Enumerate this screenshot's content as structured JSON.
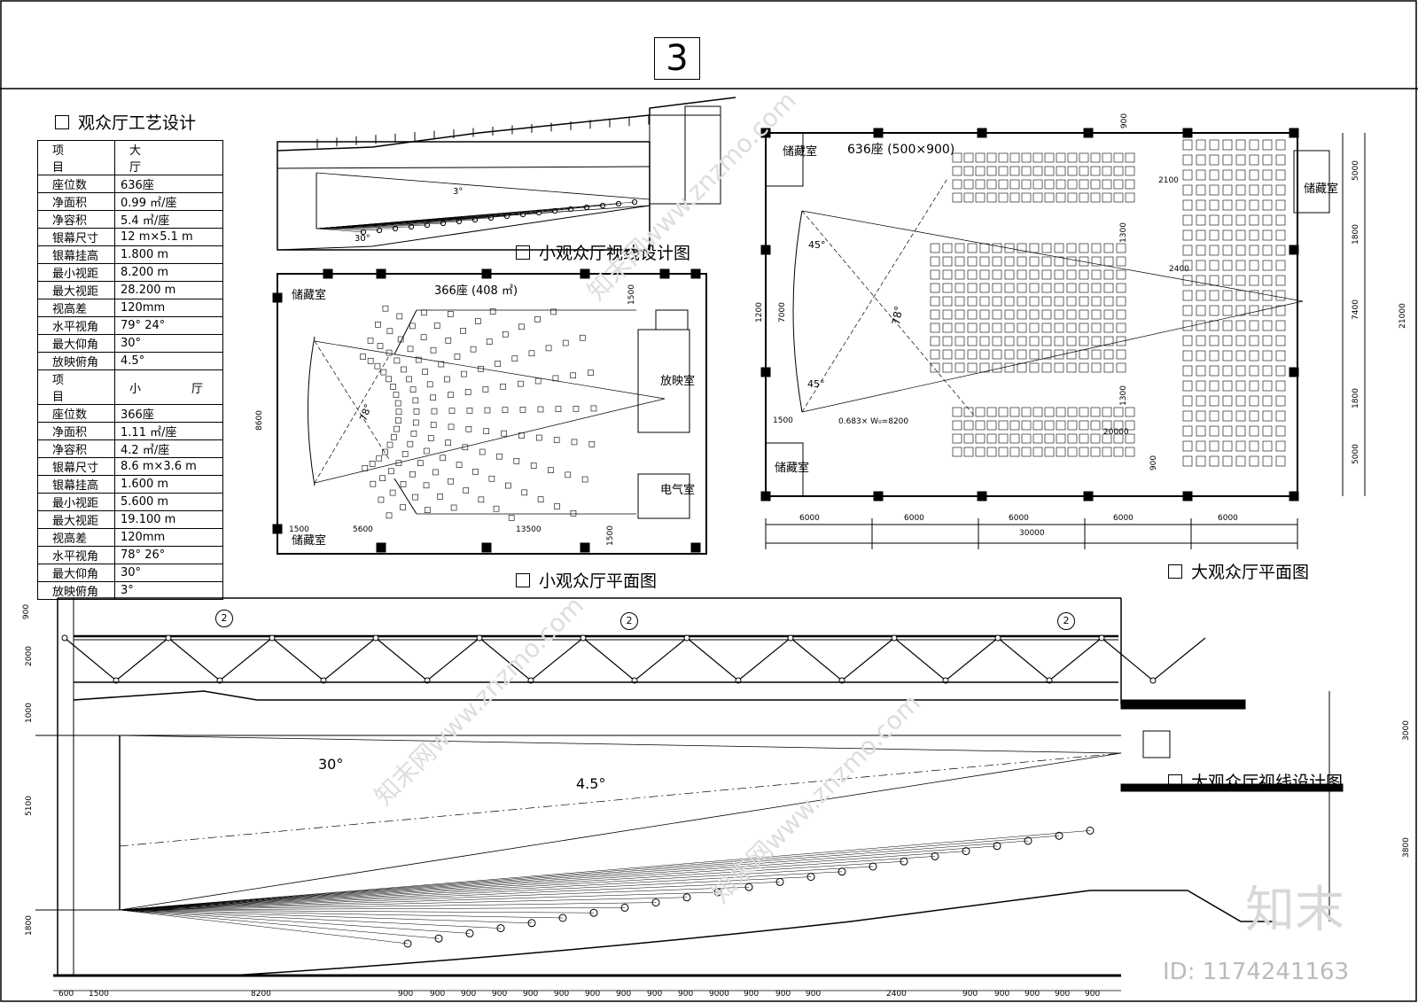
{
  "sheet_number": "3",
  "spec_table": {
    "title": "观众厅工艺设计",
    "large_header": [
      "项　目",
      "大　　厅"
    ],
    "large_rows": [
      [
        "座位数",
        "636座"
      ],
      [
        "净面积",
        "0.99 ㎡/座"
      ],
      [
        "净容积",
        "5.4 ㎥/座"
      ],
      [
        "银幕尺寸",
        "12 m×5.1 m"
      ],
      [
        "银幕挂高",
        "1.800 m"
      ],
      [
        "最小视距",
        "8.200 m"
      ],
      [
        "最大视距",
        "28.200 m"
      ],
      [
        "视高差",
        "120mm"
      ],
      [
        "水平视角",
        "79° 24°"
      ],
      [
        "最大仰角",
        "30°"
      ],
      [
        "放映俯角",
        "4.5°"
      ]
    ],
    "small_header": [
      "项　目",
      "小　厅"
    ],
    "small_rows": [
      [
        "座位数",
        "366座"
      ],
      [
        "净面积",
        "1.11 ㎡/座"
      ],
      [
        "净容积",
        "4.2 ㎥/座"
      ],
      [
        "银幕尺寸",
        "8.6 m×3.6 m"
      ],
      [
        "银幕挂高",
        "1.600 m"
      ],
      [
        "最小视距",
        "5.600 m"
      ],
      [
        "最大视距",
        "19.100 m"
      ],
      [
        "视高差",
        "120mm"
      ],
      [
        "水平视角",
        "78° 26°"
      ],
      [
        "最大仰角",
        "30°"
      ],
      [
        "放映俯角",
        "3°"
      ]
    ]
  },
  "small_sightline": {
    "title": "小观众厅视线设计图",
    "angle_top": "3°",
    "angle_bottom": "30°"
  },
  "small_plan": {
    "title": "小观众厅平面图",
    "seats": "366座 (408 ㎡)",
    "storage_top": "储藏室",
    "storage_bottom": "储藏室",
    "projection_room": "放映室",
    "electrical_room": "电气室",
    "angle": "78°",
    "dims": {
      "height": "8600",
      "bottom_left": "1500",
      "screen_dist": "5600",
      "hall_len": "13500",
      "right_top": "1500",
      "right_bottom": "1500"
    }
  },
  "large_plan": {
    "title": "大观众厅平面图",
    "seats": "636座 (500×900)",
    "storage_tl": "储藏室",
    "storage_bl": "储藏室",
    "storage_r": "储藏室",
    "angle_main": "78°",
    "angle_top": "45°",
    "angle_bottom": "45°",
    "formula": "0.683× W₀=8200",
    "dims": {
      "bays": [
        "6000",
        "6000",
        "6000",
        "6000",
        "6000"
      ],
      "total": "30000",
      "left_screen": "1200",
      "left_width": "7000",
      "left_offset": "1500",
      "aisle_top": "1300",
      "aisle_bottom": "1300",
      "top_900": "900",
      "bottom_900": "900",
      "d2100": "2100",
      "d2400": "2400",
      "d20000": "20000",
      "right": [
        "5000",
        "1800",
        "7400",
        "1800",
        "5000"
      ],
      "right_total": "21000"
    }
  },
  "large_sightline": {
    "title": "大观众厅视线设计图",
    "angle_projection": "4.5°",
    "angle_view": "30°",
    "marker": "2",
    "left_dims": [
      "900",
      "2000",
      "1000",
      "5100",
      "1800"
    ],
    "right_dims": [
      "3000",
      "3800"
    ],
    "bottom_dims": [
      "600",
      "1500",
      "8200",
      "900",
      "900",
      "900",
      "900",
      "900",
      "900",
      "900",
      "900",
      "900",
      "900",
      "9000",
      "900",
      "900",
      "900",
      "2400",
      "900",
      "900",
      "900",
      "900",
      "900"
    ]
  },
  "watermark": {
    "text": "知末网www.znzmo.com",
    "brand": "知末",
    "id": "ID: 1174241163"
  }
}
